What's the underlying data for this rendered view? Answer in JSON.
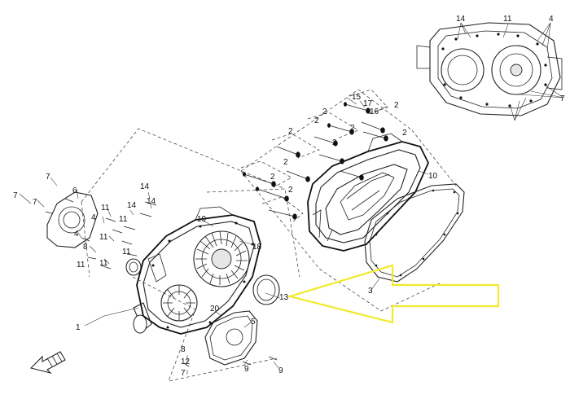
{
  "labels": {
    "l1": "1",
    "l2a": "2",
    "l2b": "2",
    "l2c": "2",
    "l2d": "2",
    "l2e": "2",
    "l2f": "2",
    "l2g": "2",
    "l2h": "2",
    "l2i": "2",
    "l2j": "2",
    "l3": "3",
    "l4a": "4",
    "l4b": "4",
    "l4c": "4",
    "l5": "5",
    "l6": "6",
    "l7a": "7",
    "l7b": "7",
    "l7c": "7",
    "l7d": "7",
    "l7e": "7",
    "l8a": "8",
    "l8b": "8",
    "l9a": "9",
    "l9b": "9",
    "l10": "10",
    "l11a": "11",
    "l11b": "11",
    "l11c": "11",
    "l11d": "11",
    "l11e": "11",
    "l11f": "11",
    "l11g": "11",
    "l12": "12",
    "l13": "13",
    "l14a": "14",
    "l14b": "14",
    "l14c": "14",
    "l14d": "14",
    "l15": "15",
    "l16": "16",
    "l17": "17",
    "l18": "18",
    "l19": "19",
    "l20": "20"
  },
  "colors": {
    "highlight_arrow": "#f2ea2a"
  },
  "icons": {
    "orientation": "front-direction-arrow-icon"
  }
}
